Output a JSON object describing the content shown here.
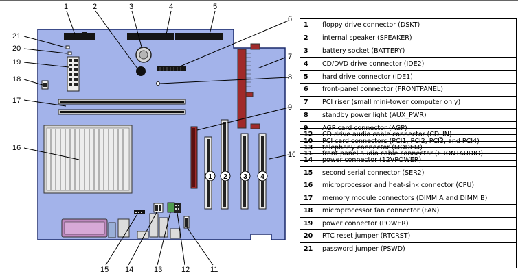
{
  "callouts": [
    "1",
    "2",
    "3",
    "4",
    "5",
    "6",
    "7",
    "8",
    "9",
    "10",
    "11",
    "12",
    "13",
    "14",
    "15",
    "16",
    "17",
    "18",
    "19",
    "20",
    "21"
  ],
  "slot_labels": [
    "1",
    "2",
    "3",
    "4"
  ],
  "legend_top": [
    {
      "num": "1",
      "text": "floppy drive connector (DSKT)"
    },
    {
      "num": "2",
      "text": "internal speaker (SPEAKER)"
    },
    {
      "num": "3",
      "text": "battery socket (BATTERY)"
    },
    {
      "num": "4",
      "text": "CD/DVD drive connector (IDE2)"
    },
    {
      "num": "5",
      "text": "hard drive connector (IDE1)"
    },
    {
      "num": "6",
      "text": "front-panel connector (FRONTPANEL)"
    },
    {
      "num": "7",
      "text": "PCI riser (small mini-tower computer only)"
    },
    {
      "num": "8",
      "text": "standby power light (AUX_PWR)"
    },
    {
      "num": "9",
      "text": "AGP card connector (AGP)"
    },
    {
      "num": "10",
      "text": "PCI card connectors (PCI1, PCI2, PCI3, and PCI4)"
    },
    {
      "num": "11",
      "text": "front-panel audio cable connector (FRONTAUDIO)"
    }
  ],
  "legend_bottom": [
    {
      "num": "12",
      "text": "CD drive audio cable connector (CD_IN)"
    },
    {
      "num": "13",
      "text": "telephony connector (MODEM)"
    },
    {
      "num": "14",
      "text": "power connector (12VPOWER)"
    },
    {
      "num": "15",
      "text": "second serial connector (SER2)"
    },
    {
      "num": "16",
      "text": "microprocessor and heat-sink connector (CPU)"
    },
    {
      "num": "17",
      "text": "memory module connectors (DIMM A and DIMM B)"
    },
    {
      "num": "18",
      "text": "microprocessor fan connector (FAN)"
    },
    {
      "num": "19",
      "text": "power connector (POWER)"
    },
    {
      "num": "20",
      "text": "RTC reset jumper (RTCRST)"
    },
    {
      "num": "21",
      "text": "password jumper (PSWD)"
    },
    {
      "num": "",
      "text": ""
    }
  ],
  "colors": {
    "board": "#a3b3ea",
    "board_edge": "#1b2a6b",
    "slot": "#c6c6c6",
    "agp": "#a02a2a",
    "dark": "#111111"
  }
}
